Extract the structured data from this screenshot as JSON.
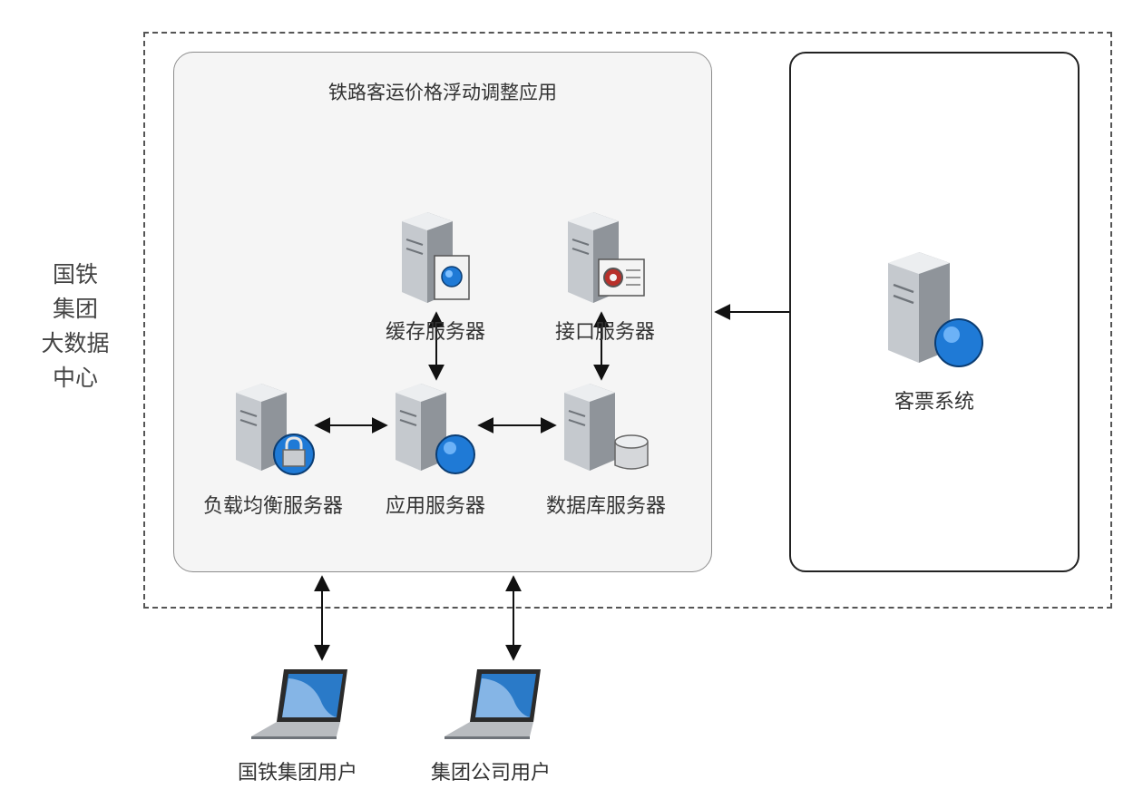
{
  "zone": {
    "label_line1": "国铁",
    "label_line2": "集团",
    "label_line3": "大数据",
    "label_line4": "中心"
  },
  "app": {
    "title": "铁路客运价格浮动调整应用"
  },
  "nodes": {
    "cache_server": {
      "label": "缓存服务器",
      "icon": "server-document-icon"
    },
    "interface_server": {
      "label": "接口服务器",
      "icon": "server-gear-icon"
    },
    "load_balancer": {
      "label": "负载均衡服务器",
      "icon": "server-lock-icon"
    },
    "app_server": {
      "label": "应用服务器",
      "icon": "server-globe-icon"
    },
    "db_server": {
      "label": "数据库服务器",
      "icon": "server-database-icon"
    },
    "ticket_system": {
      "label": "客票系统",
      "icon": "server-globe-icon"
    }
  },
  "clients": {
    "group_user": {
      "label": "国铁集团用户",
      "icon": "laptop-icon"
    },
    "company_user": {
      "label": "集团公司用户",
      "icon": "laptop-icon"
    }
  },
  "colors": {
    "server_body": "#c9ccd0",
    "server_side": "#8f949a",
    "globe": "#1f7ad6",
    "screen": "#2a7ac8"
  }
}
